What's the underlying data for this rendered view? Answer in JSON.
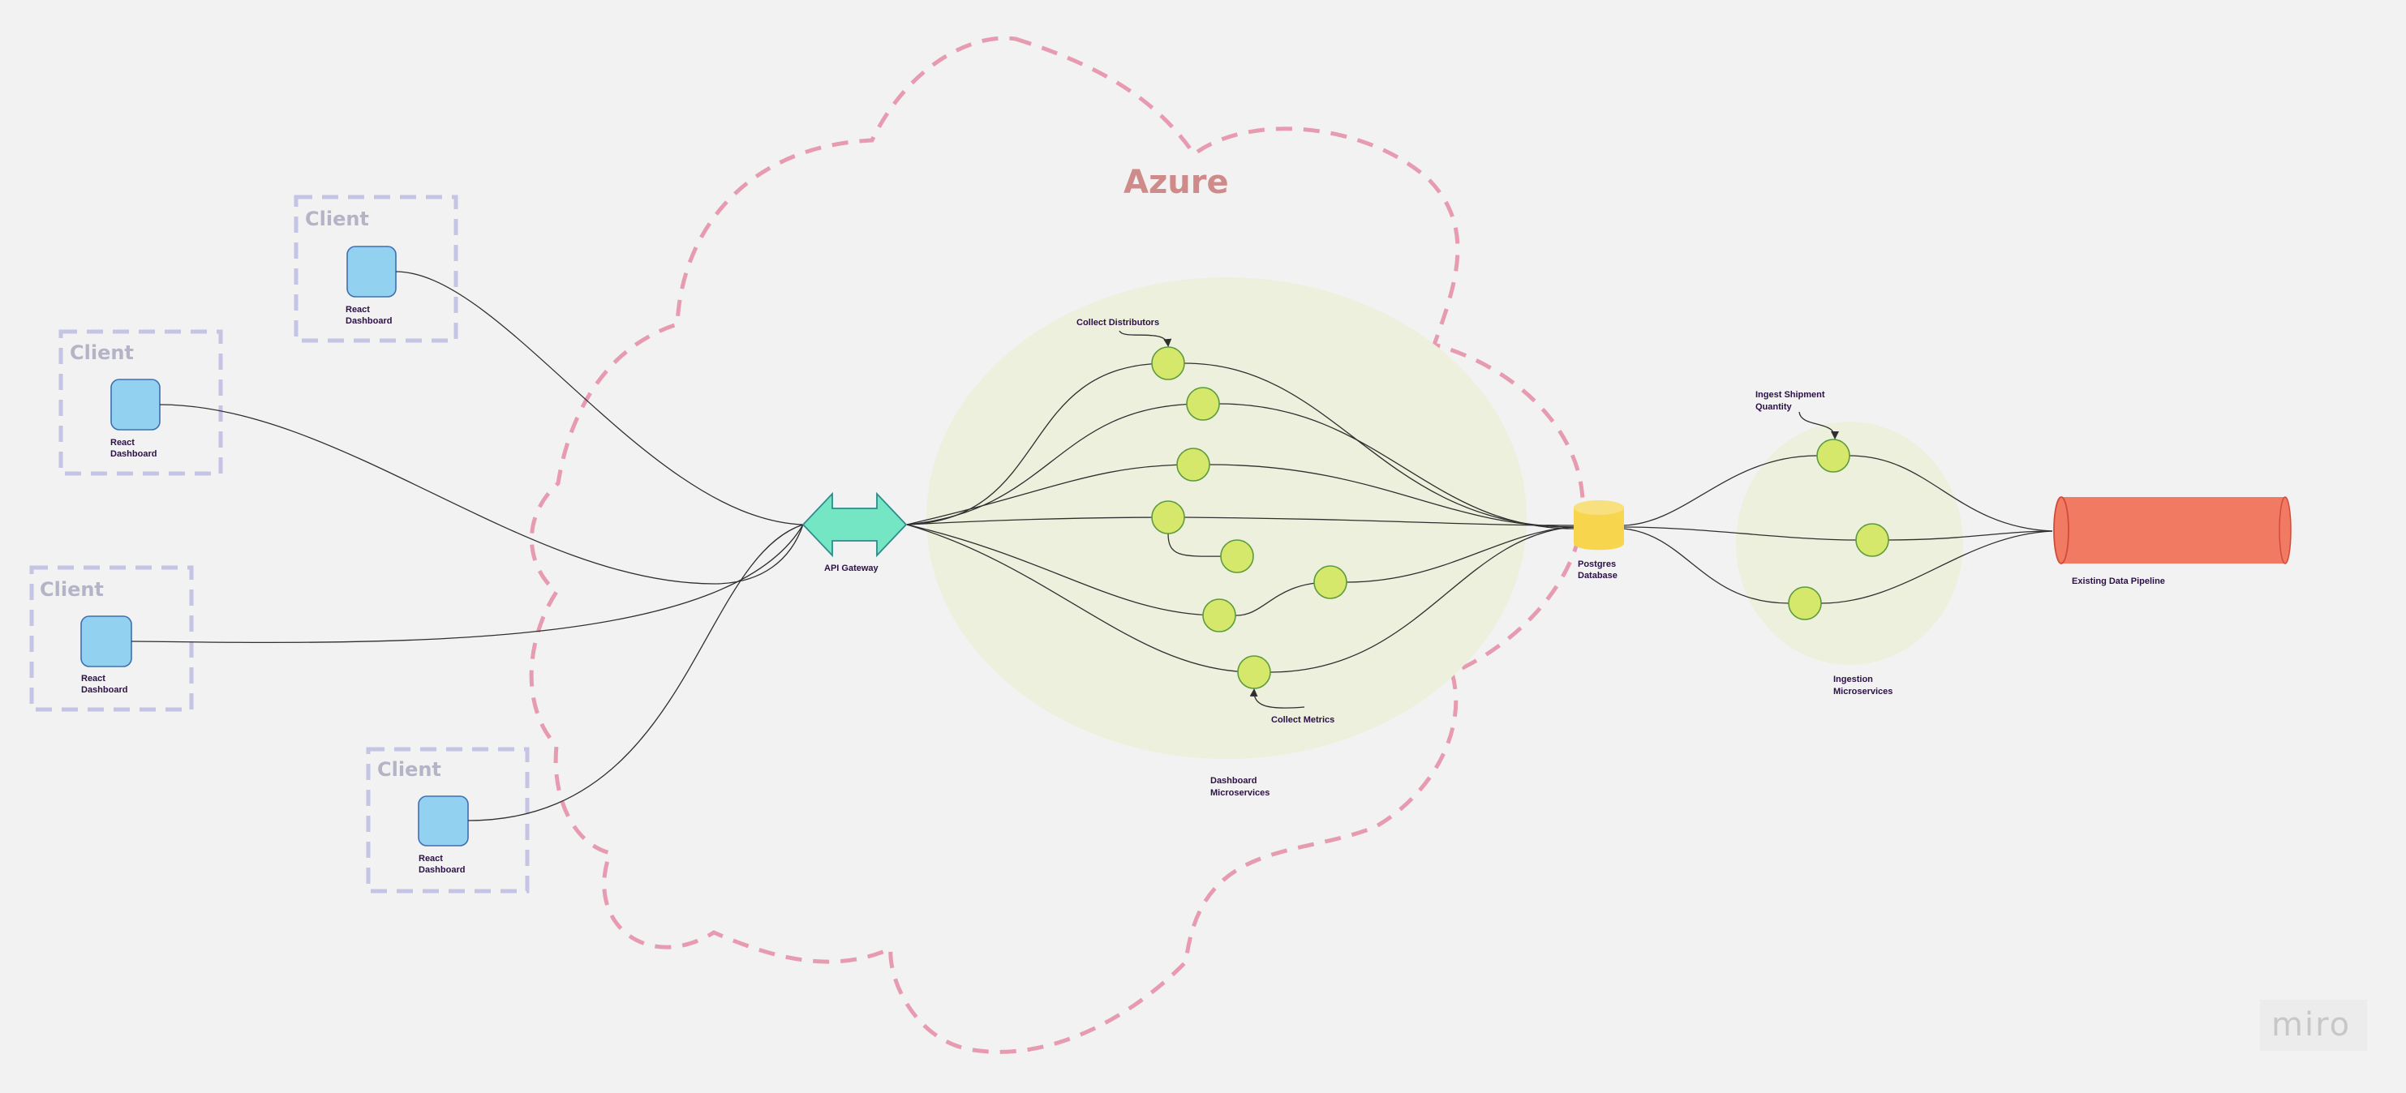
{
  "board": {
    "cloud_title": "Azure",
    "watermark": "miro",
    "colors": {
      "background": "#f2f2f2",
      "cloud_outline": "#e79bb0",
      "microservice_zone": "#edf0dd",
      "service_node": "#d5e86c",
      "react_node": "#92d2f0",
      "gateway": "#75e6c4",
      "database": "#f7d54c",
      "pipeline": "#f07a62",
      "label_text": "#2b1046"
    }
  },
  "clients": [
    {
      "title": "Client",
      "node_label": [
        "React",
        "Dashboard"
      ]
    },
    {
      "title": "Client",
      "node_label": [
        "React",
        "Dashboard"
      ]
    },
    {
      "title": "Client",
      "node_label": [
        "React",
        "Dashboard"
      ]
    },
    {
      "title": "Client",
      "node_label": [
        "React",
        "Dashboard"
      ]
    }
  ],
  "gateway": {
    "label": "API Gateway",
    "icon": "double-arrow-icon"
  },
  "database": {
    "label": [
      "Postgres",
      "Database"
    ],
    "icon": "cylinder-icon"
  },
  "pipeline": {
    "label": "Existing Data Pipeline",
    "icon": "horizontal-cylinder-icon"
  },
  "groups": {
    "dashboard": {
      "label": [
        "Dashboard",
        "Microservices"
      ]
    },
    "ingestion": {
      "label": [
        "Ingestion",
        "Microservices"
      ]
    }
  },
  "annotations": {
    "collect_distributors": "Collect Distributors",
    "collect_metrics": "Collect Metrics",
    "ingest_shipment": [
      "Ingest Shipment",
      "Quantity"
    ]
  }
}
